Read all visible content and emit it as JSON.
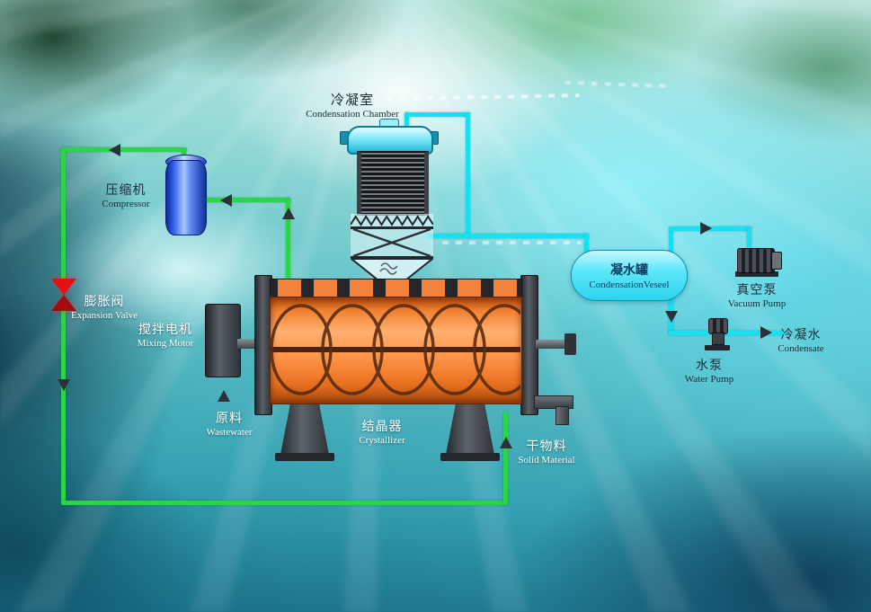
{
  "labels": {
    "condensation_chamber": {
      "zh": "冷凝室",
      "en": "Condensation Chamber"
    },
    "compressor": {
      "zh": "压缩机",
      "en": "Compressor"
    },
    "expansion_valve": {
      "zh": "膨胀阀",
      "en": "Expansion Valve"
    },
    "mixing_motor": {
      "zh": "搅拌电机",
      "en": "Mixing Motor"
    },
    "wastewater": {
      "zh": "原料",
      "en": "Wastewater"
    },
    "crystallizer": {
      "zh": "结晶器",
      "en": "Crystallizer"
    },
    "solid_material": {
      "zh": "干物料",
      "en": "Solid Material"
    },
    "condensation_vessel": {
      "zh": "凝水罐",
      "en": "CondensationVeseel"
    },
    "vacuum_pump": {
      "zh": "真空泵",
      "en": "Vacuum Pump"
    },
    "water_pump": {
      "zh": "水泵",
      "en": "Water Pump"
    },
    "condensate": {
      "zh": "冷凝水",
      "en": "Condensate"
    }
  },
  "colors": {
    "pipe_green": "#2ad54a",
    "pipe_cyan": "#18dff2",
    "valve_red": "#e31212",
    "crystallizer_orange": "#f5823a",
    "vessel_cyan": "#2cd3ee",
    "compressor_blue": "#3f6cf0",
    "arrow_dark": "#2b3136"
  },
  "icons": {
    "flow-arrow": "solid dark triangle showing flow direction",
    "expansion-valve": "red bow-tie valve symbol",
    "sparkle-trail": "dashed white highlight streak"
  }
}
